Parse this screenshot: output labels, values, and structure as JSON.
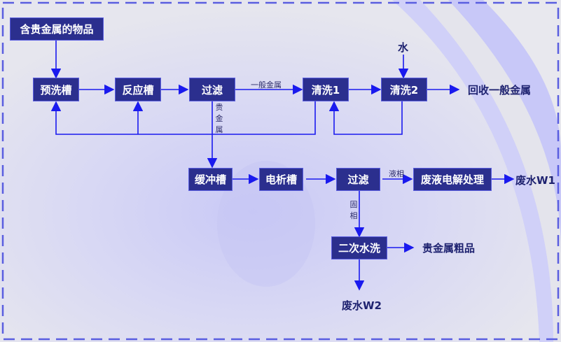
{
  "title": "贵金属回收工艺流程图",
  "colors": {
    "node_fill": "#2b2f8e",
    "arrow": "#1a1aee",
    "border": "#5a5ee0",
    "text_dark": "#1e2270"
  },
  "nodes": {
    "raw": "含贵金属的物品",
    "prewash": "预洗槽",
    "reactor": "反应槽",
    "filter1": "过滤",
    "wash1": "清洗1",
    "wash2": "清洗2",
    "buffer": "缓冲槽",
    "electro": "电析槽",
    "filter2": "过滤",
    "waste_electrolysis": "废液电解处理",
    "second_wash": "二次水洗"
  },
  "outputs": {
    "water_in": "水",
    "recover_metal": "回收一般金属",
    "wastewater_w1": "废水W1",
    "precious_crude": "贵金属粗品",
    "wastewater_w2": "废水W2"
  },
  "edge_labels": {
    "general_metal": "一般金属",
    "precious_metal": "贵金属",
    "liquid_phase": "液相",
    "solid_phase": "固相"
  }
}
